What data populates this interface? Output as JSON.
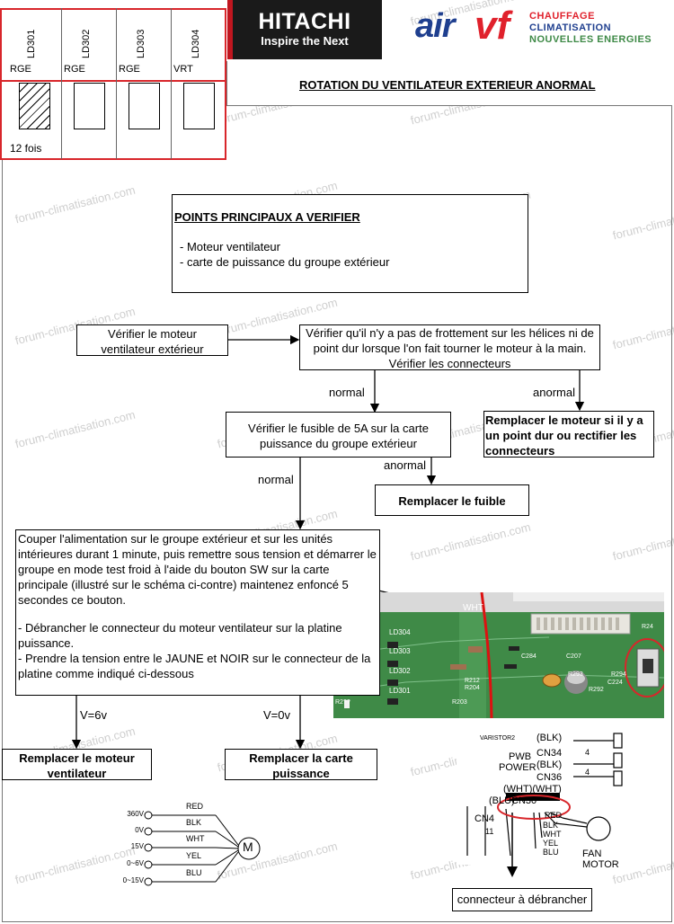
{
  "header": {
    "brand_name": "HITACHI",
    "brand_tagline": "Inspire the Next",
    "partner_logo_a": "air",
    "partner_logo_b": "vf",
    "partner_lines": [
      "CHAUFFAGE",
      "CLIMATISATION",
      "NOUVELLES ENERGIES"
    ],
    "page_title": "ROTATION DU VENTILATEUR EXTERIEUR ANORMAL"
  },
  "led_panel": {
    "leds": [
      {
        "name": "LD301",
        "color": "RGE",
        "state": "blinking"
      },
      {
        "name": "LD302",
        "color": "RGE",
        "state": "off"
      },
      {
        "name": "LD303",
        "color": "RGE",
        "state": "off"
      },
      {
        "name": "LD304",
        "color": "VRT",
        "state": "off"
      }
    ],
    "blink_count": "12 fois"
  },
  "checks": {
    "title": "POINTS PRINCIPAUX A VERIFIER",
    "items": [
      "- Moteur ventilateur",
      "- carte de puissance du groupe extérieur"
    ]
  },
  "flow": {
    "step_motor": "Vérifier le moteur ventilateur extérieur",
    "step_friction": "Vérifier qu'il n'y a pas de frottement sur les hélices ni de point dur lorsque l'on fait tourner le moteur à la main. Vérifier les connecteurs",
    "label_normal_1": "normal",
    "label_anormal_1": "anormal",
    "action_replace_motor": "Remplacer le moteur si il y a un point dur ou rectifier les connecteurs",
    "step_fuse": "Vérifier le fusible de 5A sur la carte puissance du groupe extérieur",
    "label_anormal_2": "anormal",
    "label_normal_2": "normal",
    "action_replace_fuse": "Remplacer le fuible",
    "procedure_p1": "Couper l'alimentation sur le groupe extérieur et sur les unités intérieures durant 1 minute, puis remettre sous tension et démarrer le groupe en mode test froid à l'aide du bouton SW sur la carte principale (illustré sur le schéma ci-contre) maintenez enfoncé 5 secondes ce bouton.",
    "procedure_p2": "- Débrancher le connecteur du moteur ventilateur sur la platine puissance.",
    "procedure_p3": "- Prendre la tension entre le JAUNE et NOIR sur le connecteur de la platine comme indiqué ci-dessous",
    "label_v6": "V=6v",
    "label_v0": "V=0v",
    "action_replace_motor_2": "Remplacer le moteur ventilateur",
    "action_replace_board": "Remplacer la carte puissance"
  },
  "pcb_photo": {
    "labels": [
      "WHT",
      "LD304",
      "LD303",
      "LD302",
      "LD301",
      "R212",
      "R204",
      "R203",
      "R2??",
      "C284",
      "C207",
      "R293",
      "R294",
      "R292",
      "C224",
      "R24"
    ]
  },
  "motor_diagram": {
    "voltages": [
      "360V",
      "0V",
      "15V",
      "0~6V",
      "0~15V"
    ],
    "wires": [
      "RED",
      "BLK",
      "WHT",
      "YEL",
      "BLU"
    ],
    "motor_symbol": "M"
  },
  "wiring_diagram": {
    "labels": [
      "VARISTOR2",
      "PWB",
      "POWER",
      "(BLK)",
      "CN34",
      "(BLK)",
      "CN36",
      "(WHT)(WHT)",
      "(BLU)",
      "CN30",
      "CN4",
      "RED",
      "BLK",
      "WHT",
      "YEL",
      "BLU",
      "FAN",
      "MOTOR",
      "4",
      "4",
      "11"
    ],
    "connector_caption": "connecteur à débrancher"
  },
  "watermark": "forum-climatisation.com",
  "colors": {
    "highlight_red": "#d8262b",
    "vf_red": "#e0212c",
    "air_blue": "#1f3f8f",
    "pcb_green": "#3f8a47"
  }
}
